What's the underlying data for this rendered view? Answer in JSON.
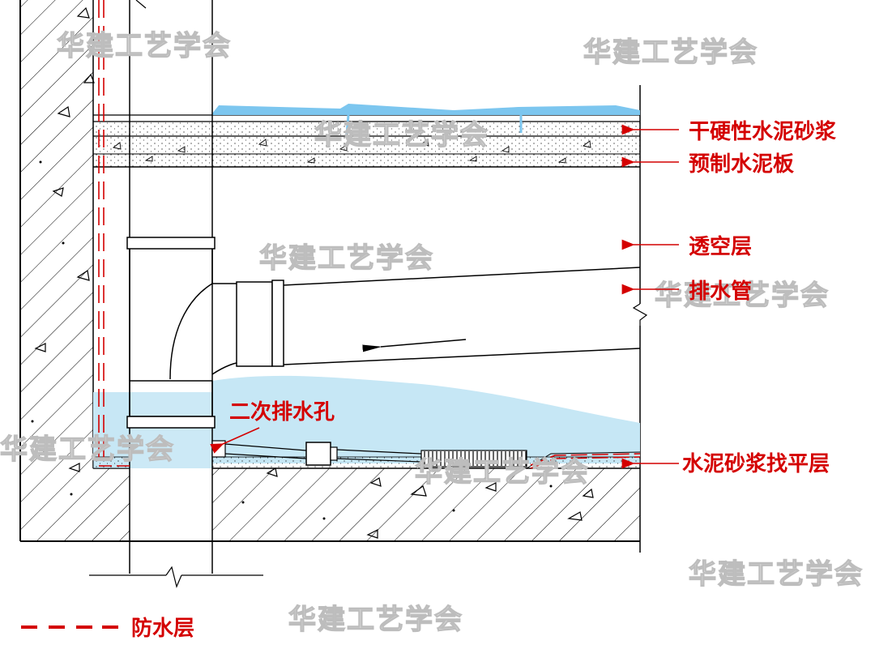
{
  "labels": {
    "dry_mortar": "干硬性水泥砂浆",
    "precast_slab": "预制水泥板",
    "void_layer": "透空层",
    "drain_pipe": "排水管",
    "secondary_drain_hole": "二次排水孔",
    "leveling_layer": "水泥砂浆找平层"
  },
  "legend": {
    "waterproof_layer": "防水层"
  },
  "watermark": "华建工艺学会",
  "colors": {
    "annotation": "#d40000",
    "water": "#c6e7f5",
    "water_surface": "#5ab4ea",
    "line": "#000000",
    "watermark_outline": "#bdbdbd"
  }
}
